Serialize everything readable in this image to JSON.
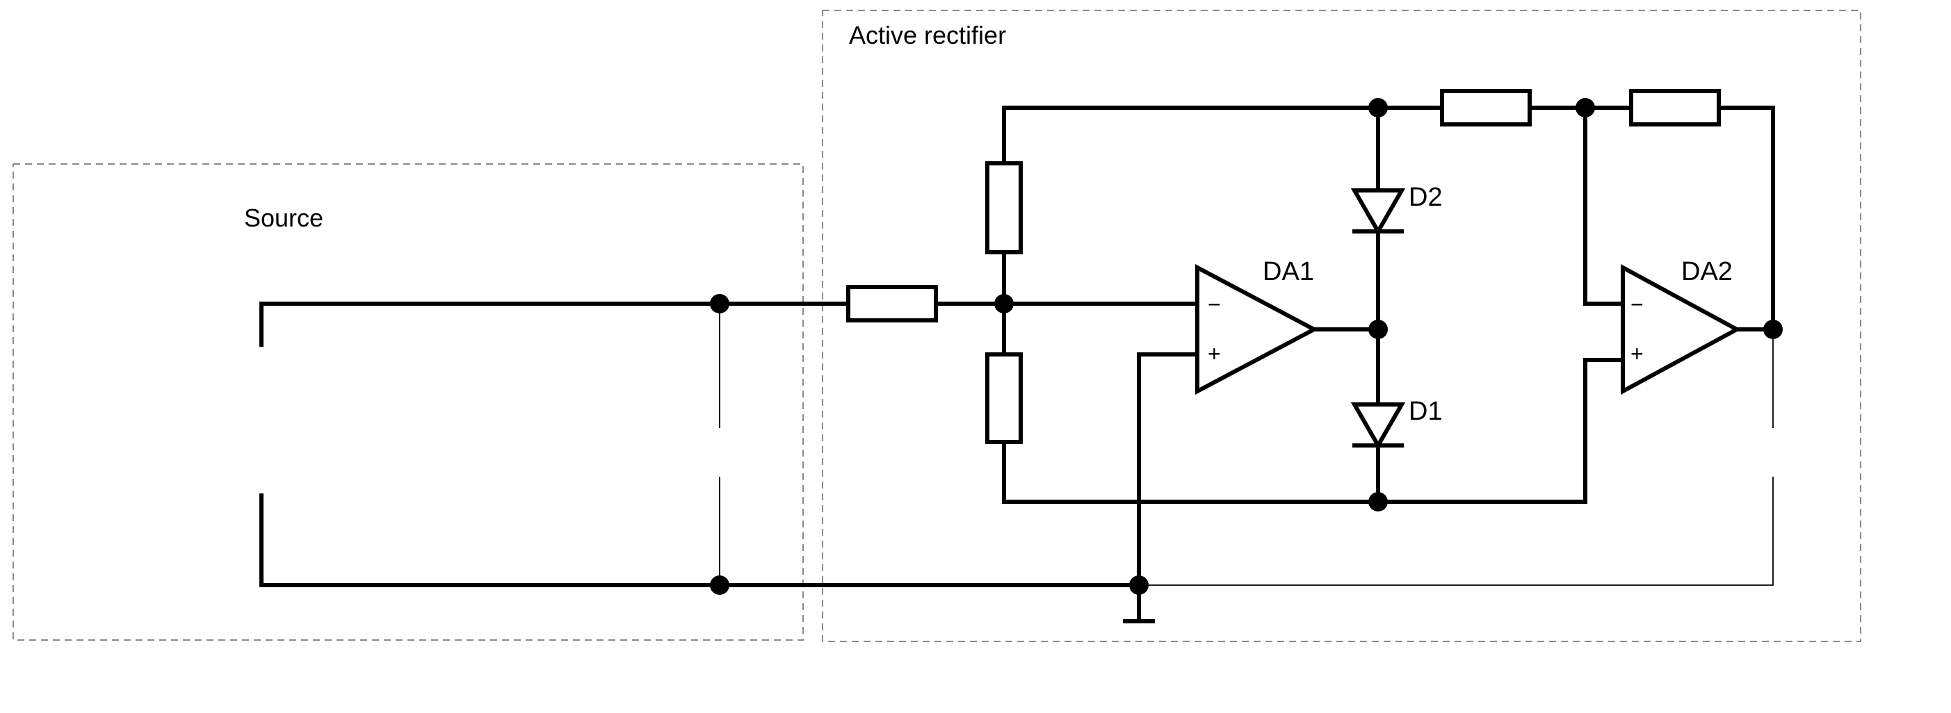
{
  "labels": {
    "source_box": "Source",
    "active_box": "Active rectifier",
    "da1": "DA1",
    "da2": "DA2",
    "d1": "D1",
    "d2": "D2",
    "minus": "−",
    "plus": "+"
  },
  "colors": {
    "ink": "#000000",
    "box_border": "#8a8a8a",
    "background": "#ffffff"
  }
}
